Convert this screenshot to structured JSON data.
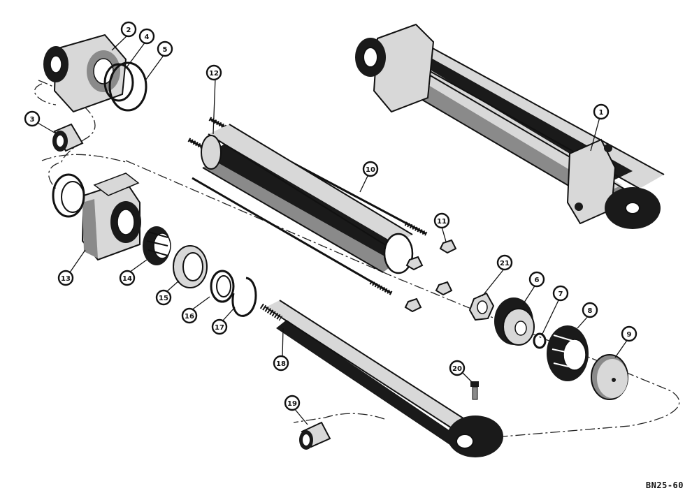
{
  "figure": {
    "reference_code": "BN25-60",
    "callouts": [
      "1",
      "2",
      "3",
      "4",
      "5",
      "6",
      "7",
      "8",
      "9",
      "10",
      "11",
      "12",
      "13",
      "14",
      "15",
      "16",
      "17",
      "18",
      "19",
      "20",
      "21"
    ]
  }
}
